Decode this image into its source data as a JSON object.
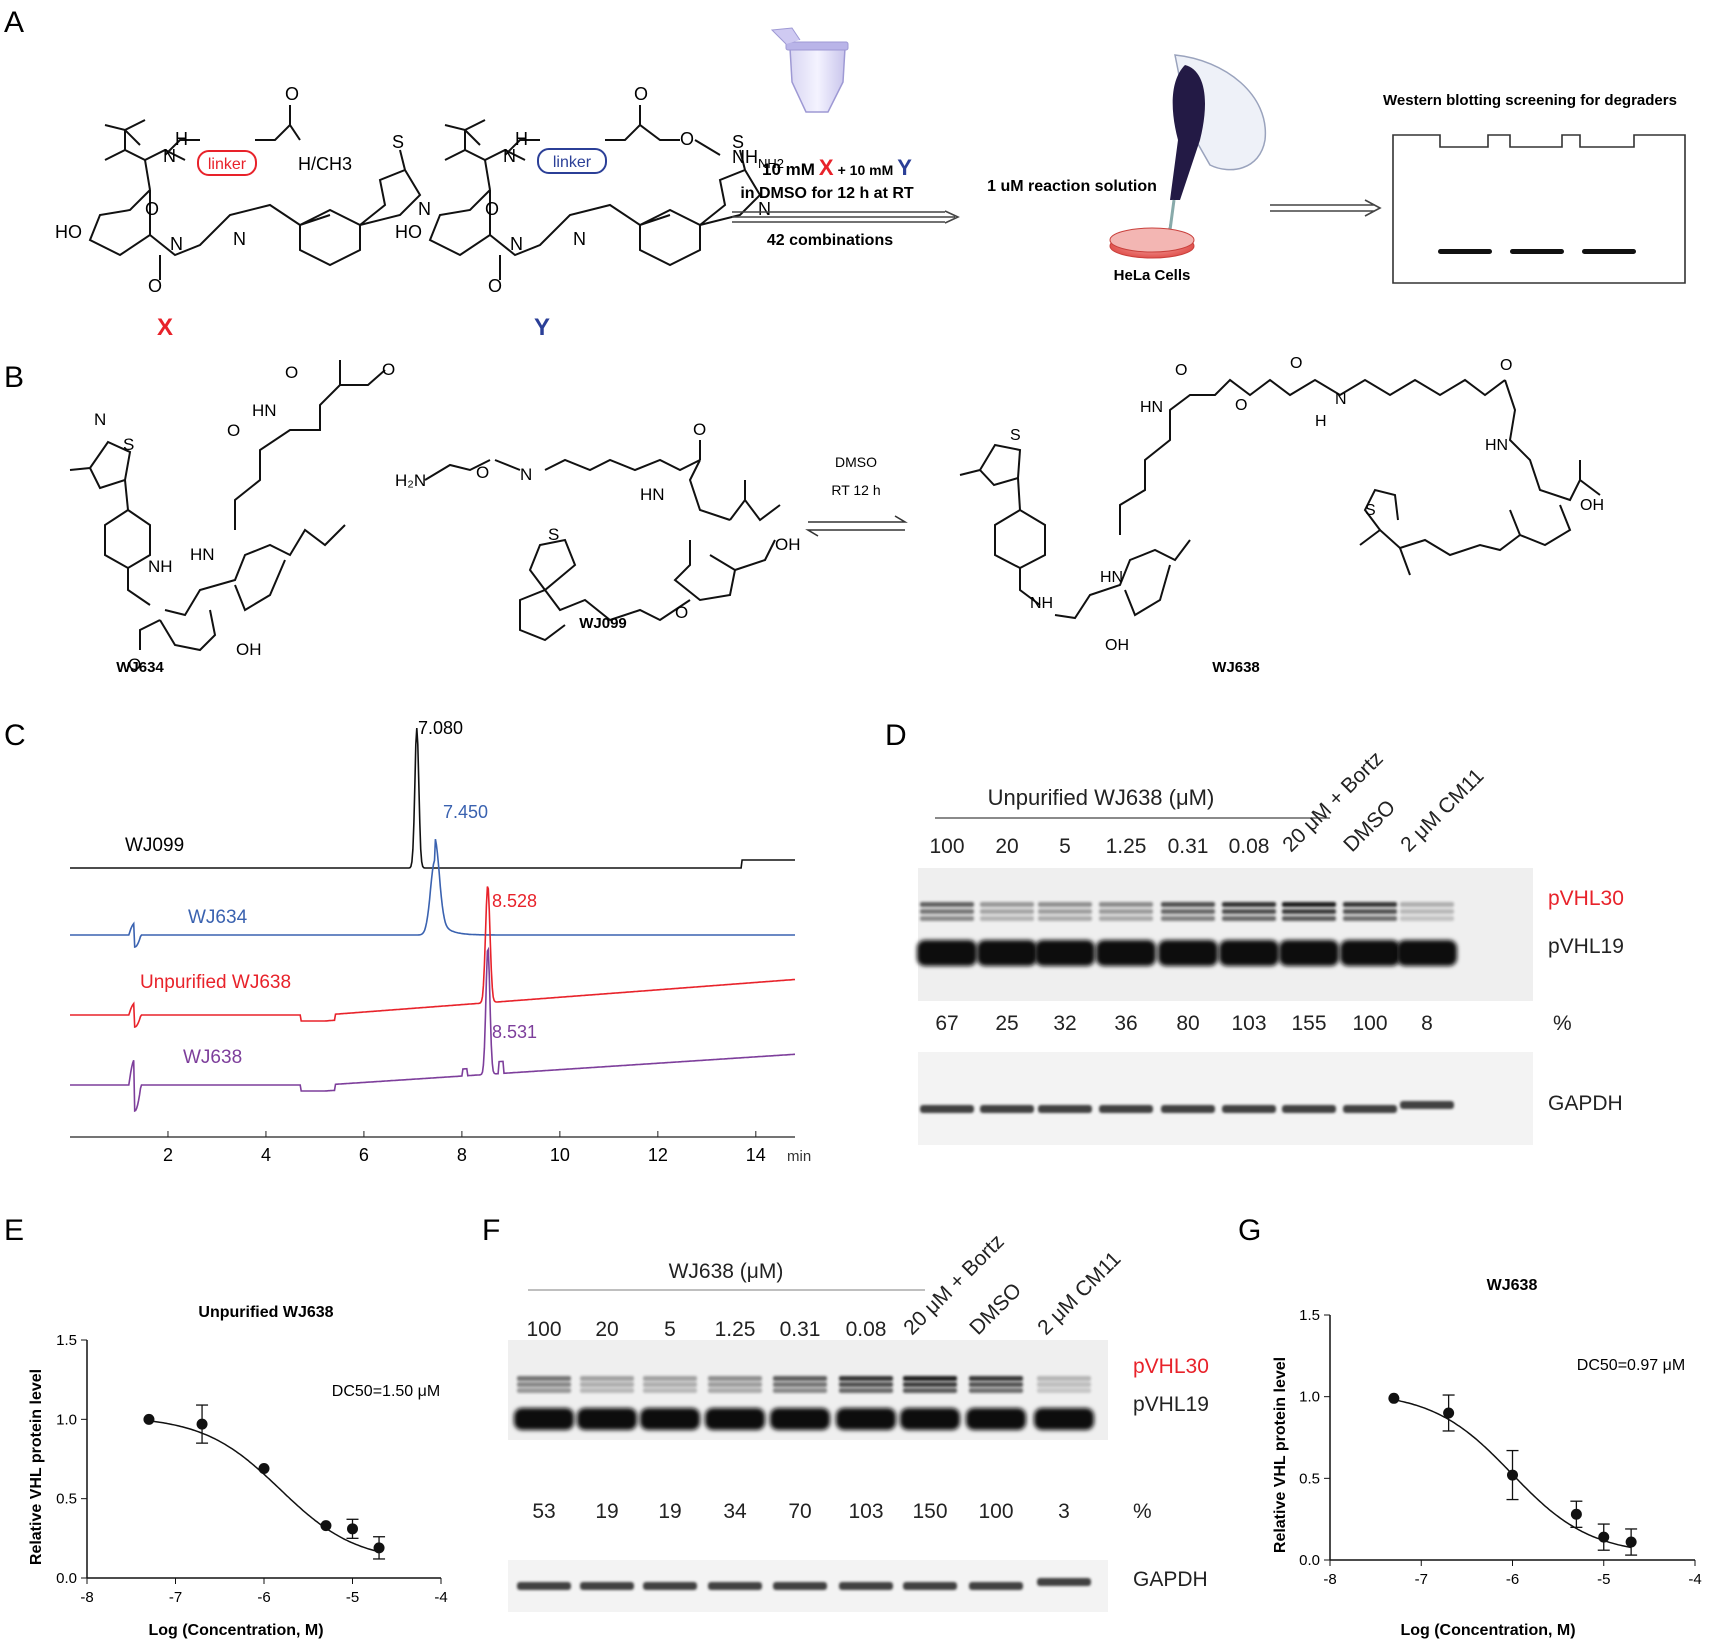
{
  "panels": {
    "A": {
      "letter": "A",
      "compound_x": {
        "linker_label": "linker",
        "terminal": "H/CH3",
        "label": "X",
        "color": "#e8222a"
      },
      "compound_y": {
        "linker_label": "linker",
        "terminal": "NH2",
        "label": "Y",
        "color": "#2b3f97"
      },
      "reaction_text": {
        "reagent_prefix": "10 mM",
        "reagent_x": "X",
        "plus": "+ 10 mM",
        "reagent_y": "Y",
        "conditions": "in DMSO for 12 h at RT",
        "combinations": "42 combinations"
      },
      "cell_step": {
        "solution": "1 uM reaction solution",
        "cells": "HeLa Cells"
      },
      "blot_title": "Western blotting screening for degraders"
    },
    "B": {
      "letter": "B",
      "compounds": [
        "WJ634",
        "WJ099",
        "WJ638"
      ],
      "arrow_top": "DMSO",
      "arrow_bottom": "RT 12 h"
    },
    "C": {
      "letter": "C",
      "axis_unit": "min",
      "ticks": [
        2,
        4,
        6,
        8,
        10,
        12,
        14
      ],
      "traces": [
        {
          "name": "WJ099",
          "color": "#111111",
          "peak_label": "7.080",
          "peak_time": 7.08
        },
        {
          "name": "WJ634",
          "color": "#3a62b0",
          "peak_label": "7.450",
          "peak_time": 7.45
        },
        {
          "name": "Unpurified WJ638",
          "color": "#e8222a",
          "peak_label": "8.528",
          "peak_time": 8.528
        },
        {
          "name": "WJ638",
          "color": "#7d3e9b",
          "peak_label": "8.531",
          "peak_time": 8.531
        }
      ]
    },
    "D": {
      "letter": "D",
      "header": "Unpurified WJ638 (μM)",
      "lanes": [
        "100",
        "20",
        "5",
        "1.25",
        "0.31",
        "0.08"
      ],
      "control_lanes": [
        "20 μM + Bortz",
        "DMSO",
        "2 μM CM11"
      ],
      "percents": [
        "67",
        "25",
        "32",
        "36",
        "80",
        "103",
        "155",
        "100",
        "8"
      ],
      "percent_symbol": "%",
      "band_labels": {
        "upper": "pVHL30",
        "lower": "pVHL19",
        "loading": "GAPDH"
      }
    },
    "E": {
      "letter": "E",
      "title": "Unpurified WJ638",
      "ylabel": "Relative VHL protein level",
      "xlabel": "Log (Concentration, M)",
      "annotation": "DC50=1.50 μM",
      "x_ticks": [
        "-8",
        "-7",
        "-6",
        "-5",
        "-4"
      ],
      "y_ticks": [
        "0.0",
        "0.5",
        "1.0",
        "1.5"
      ]
    },
    "F": {
      "letter": "F",
      "header": "WJ638 (μM)",
      "lanes": [
        "100",
        "20",
        "5",
        "1.25",
        "0.31",
        "0.08"
      ],
      "control_lanes": [
        "20 μM + Bortz",
        "DMSO",
        "2 μM CM11"
      ],
      "percents": [
        "53",
        "19",
        "19",
        "34",
        "70",
        "103",
        "150",
        "100",
        "3"
      ],
      "percent_symbol": "%",
      "band_labels": {
        "upper": "pVHL30",
        "lower": "pVHL19",
        "loading": "GAPDH"
      }
    },
    "G": {
      "letter": "G",
      "title": "WJ638",
      "ylabel": "Relative VHL protein level",
      "xlabel": "Log (Concentration, M)",
      "annotation": "DC50=0.97 μM",
      "x_ticks": [
        "-8",
        "-7",
        "-6",
        "-5",
        "-4"
      ],
      "y_ticks": [
        "0.0",
        "0.5",
        "1.0",
        "1.5"
      ]
    }
  },
  "chart_data": [
    {
      "type": "line",
      "panel": "C",
      "xlabel": "min",
      "xlim": [
        0,
        14.8
      ],
      "series": [
        {
          "name": "WJ099",
          "peak_x": 7.08
        },
        {
          "name": "WJ634",
          "peak_x": 7.45
        },
        {
          "name": "Unpurified WJ638",
          "peak_x": 8.528
        },
        {
          "name": "WJ638",
          "peak_x": 8.531
        }
      ]
    },
    {
      "type": "scatter",
      "panel": "E",
      "title": "Unpurified WJ638",
      "xlabel": "Log (Concentration, M)",
      "ylabel": "Relative VHL protein level",
      "xlim": [
        -8,
        -4
      ],
      "ylim": [
        0,
        1.5
      ],
      "points": [
        {
          "x": -7.3,
          "y": 1.0,
          "err": 0
        },
        {
          "x": -6.7,
          "y": 0.97,
          "err": 0.12
        },
        {
          "x": -6.0,
          "y": 0.69,
          "err": 0
        },
        {
          "x": -5.3,
          "y": 0.33,
          "err": 0
        },
        {
          "x": -5.0,
          "y": 0.31,
          "err": 0.06
        },
        {
          "x": -4.7,
          "y": 0.19,
          "err": 0.07
        }
      ],
      "fit": {
        "top": 1.02,
        "bottom": 0.1,
        "log_ec50": -5.82,
        "hill": 1.0
      },
      "annotation": "DC50=1.50 μM"
    },
    {
      "type": "scatter",
      "panel": "G",
      "title": "WJ638",
      "xlabel": "Log (Concentration, M)",
      "ylabel": "Relative VHL protein level",
      "xlim": [
        -8,
        -4
      ],
      "ylim": [
        0,
        1.5
      ],
      "points": [
        {
          "x": -7.3,
          "y": 0.99,
          "err": 0
        },
        {
          "x": -6.7,
          "y": 0.9,
          "err": 0.11
        },
        {
          "x": -6.0,
          "y": 0.52,
          "err": 0.15
        },
        {
          "x": -5.3,
          "y": 0.28,
          "err": 0.08
        },
        {
          "x": -5.0,
          "y": 0.14,
          "err": 0.08
        },
        {
          "x": -4.7,
          "y": 0.11,
          "err": 0.08
        }
      ],
      "fit": {
        "top": 1.03,
        "bottom": 0.03,
        "log_ec50": -6.01,
        "hill": 1.0
      },
      "annotation": "DC50=0.97 μM"
    }
  ]
}
